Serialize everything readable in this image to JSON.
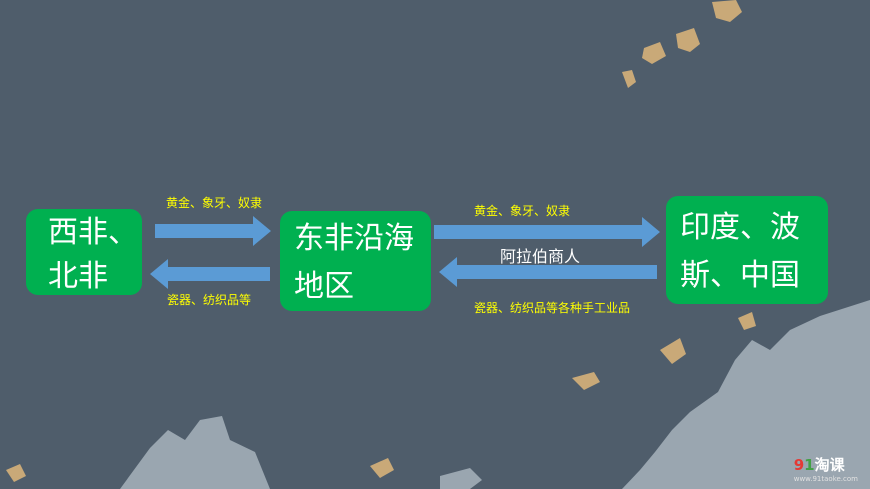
{
  "nodes": {
    "west": [
      "西非、",
      "北非"
    ],
    "east": [
      "东非沿海",
      "地区"
    ],
    "asia": [
      "印度、波",
      "斯、中国"
    ]
  },
  "edges": {
    "west_to_east": "黄金、象牙、奴隶",
    "east_to_west": "瓷器、纺织品等",
    "east_to_asia": "黄金、象牙、奴隶",
    "asia_to_east": "瓷器、纺织品等各种手工业品",
    "intermediary": "阿拉伯商人"
  },
  "watermark": {
    "digit9": "9",
    "digit1": "1",
    "text": "淘课",
    "url": "www.91taoke.com"
  },
  "colors": {
    "background": "#4f5d6b",
    "land": "#9aa6b0",
    "islands": "#c9a978",
    "node": "#00b050",
    "arrow": "#5b9bd5",
    "edge_label": "#ffff00"
  }
}
